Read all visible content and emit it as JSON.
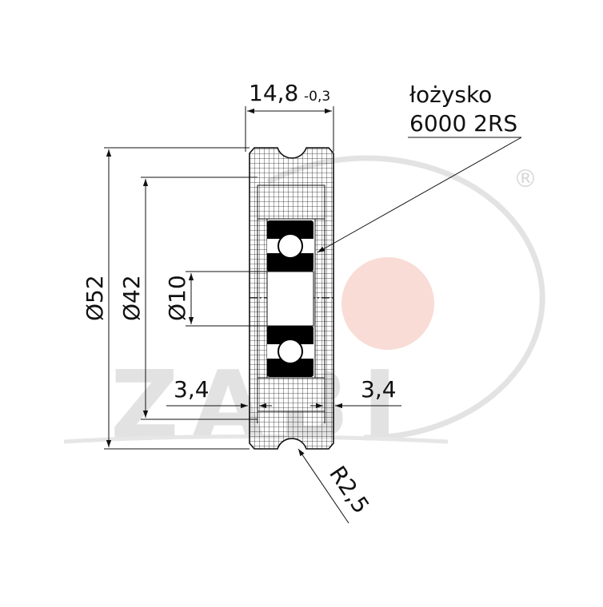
{
  "dimensions": {
    "width_main": "14,8",
    "width_tolerance": "-0,3",
    "outer_diameter": "Ø52",
    "middle_diameter": "Ø42",
    "bore_diameter": "Ø10",
    "left_offset": "3,4",
    "right_offset": "3,4",
    "groove_radius": "R2,5"
  },
  "callout": {
    "line1": "łożysko",
    "line2": "6000 2RS"
  },
  "watermark": {
    "registered_mark": "®",
    "brand_letters": "ZABI",
    "color_ring": "#dddddd",
    "color_dot": "#f9dcd6"
  },
  "colors": {
    "ink": "#111111",
    "bearing_fill": "#000000"
  }
}
